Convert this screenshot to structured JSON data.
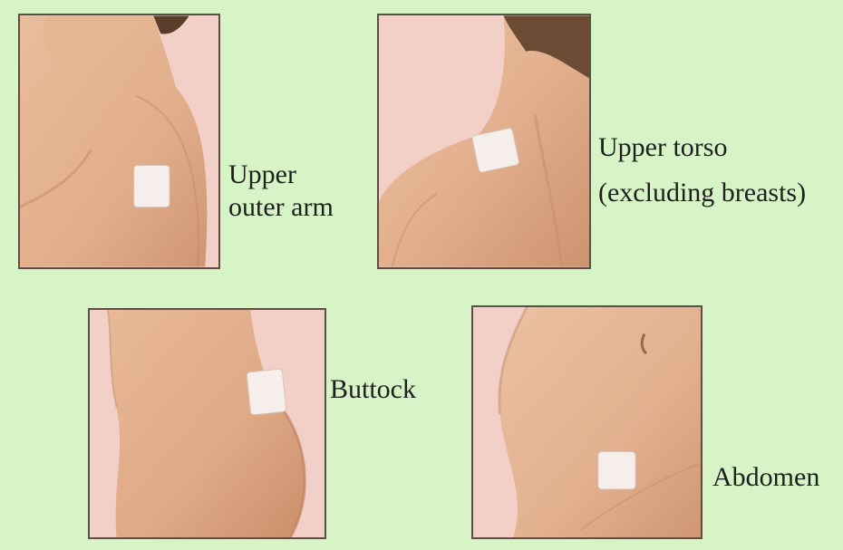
{
  "labels": {
    "upper_outer_arm": [
      "Upper",
      "outer arm"
    ],
    "upper_torso": [
      "Upper torso",
      "(excluding breasts)"
    ],
    "buttock": "Buttock",
    "abdomen": "Abdomen"
  },
  "colors": {
    "background": "#d6f4c6",
    "panel_background": "#f3d0c7",
    "skin": "#e4b08d",
    "skin_shadow": "#c9906d",
    "patch": "#f6eeea",
    "border": "#5a5046"
  }
}
